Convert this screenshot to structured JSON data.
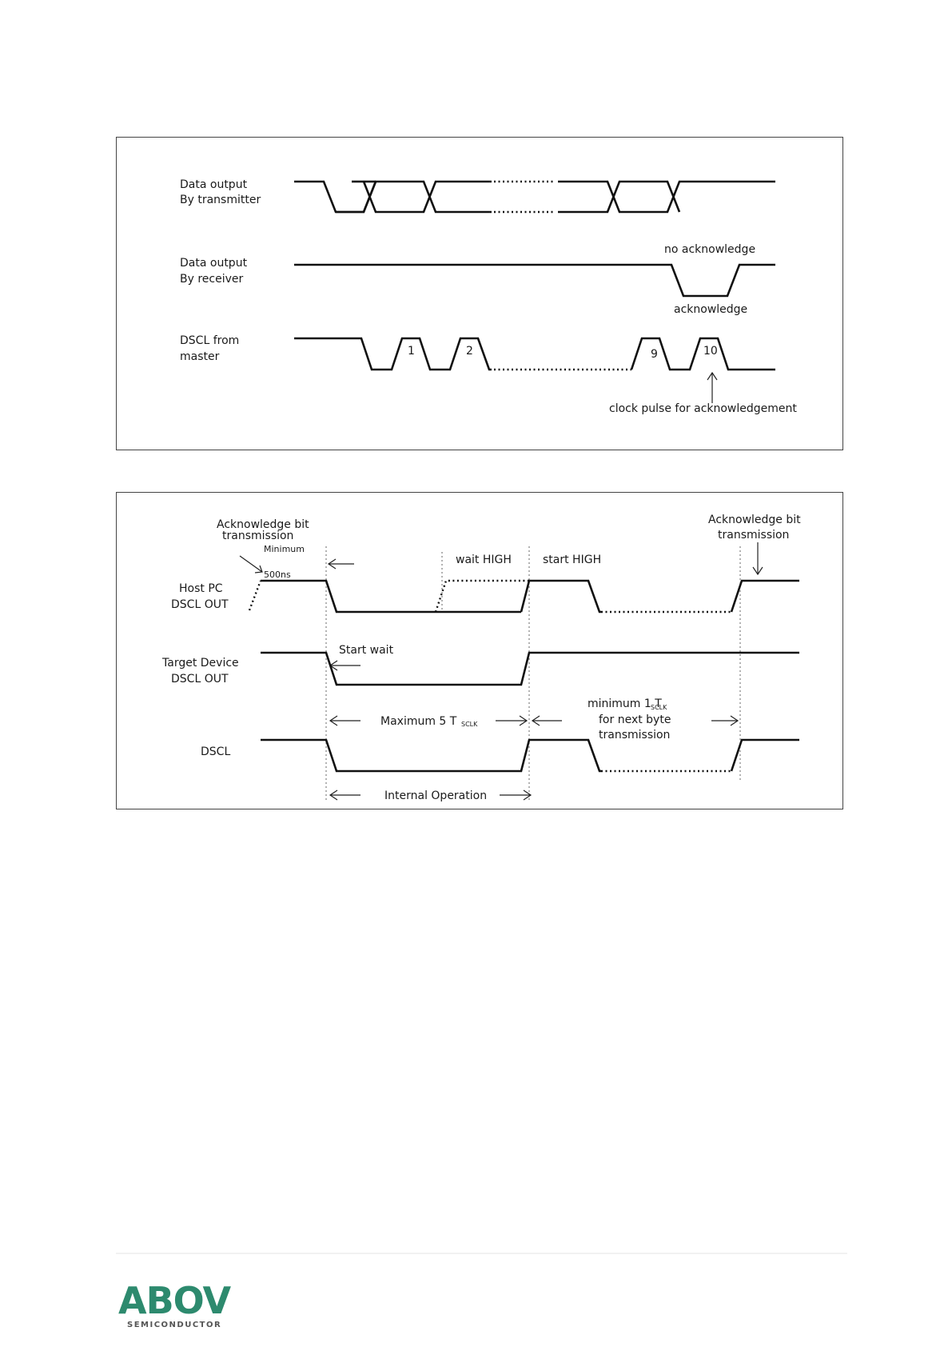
{
  "diagram1": {
    "label_data_tx_1": "Data output",
    "label_data_tx_2": "By transmitter",
    "label_data_rx_1": "Data output",
    "label_data_rx_2": "By receiver",
    "label_dscl_master_1": "DSCL from",
    "label_dscl_master_2": "master",
    "no_acknowledge": "no acknowledge",
    "acknowledge": "acknowledge",
    "pulse_1": "1",
    "pulse_2": "2",
    "pulse_9": "9",
    "pulse_10": "10",
    "clock_pulse_note": "clock pulse for acknowledgement"
  },
  "diagram2": {
    "ack_bit_left_1": "Acknowledge bit",
    "ack_bit_left_2": "transmission",
    "minimum": "Minimum",
    "ns500": "500ns",
    "wait_high": "wait HIGH",
    "start_high": "start HIGH",
    "ack_bit_right_1": "Acknowledge bit",
    "ack_bit_right_2": "transmission",
    "host_pc_1": "Host PC",
    "host_pc_2": "DSCL OUT",
    "target_1": "Target   Device",
    "target_2": "DSCL OUT",
    "start_wait": "Start wait",
    "maximum": "Maximum   5 T",
    "maximum_sub": "SCLK",
    "min_next_1": "minimum 1 T",
    "min_next_sub": "SCLK",
    "min_next_2": "for next byte",
    "min_next_3": "transmission",
    "dscl": "DSCL",
    "internal_op": "Internal Operation"
  },
  "footer": {
    "logo_text": "ABOV",
    "logo_sub": "SEMICONDUCTOR",
    "logo_color": "#2d8a6e"
  }
}
